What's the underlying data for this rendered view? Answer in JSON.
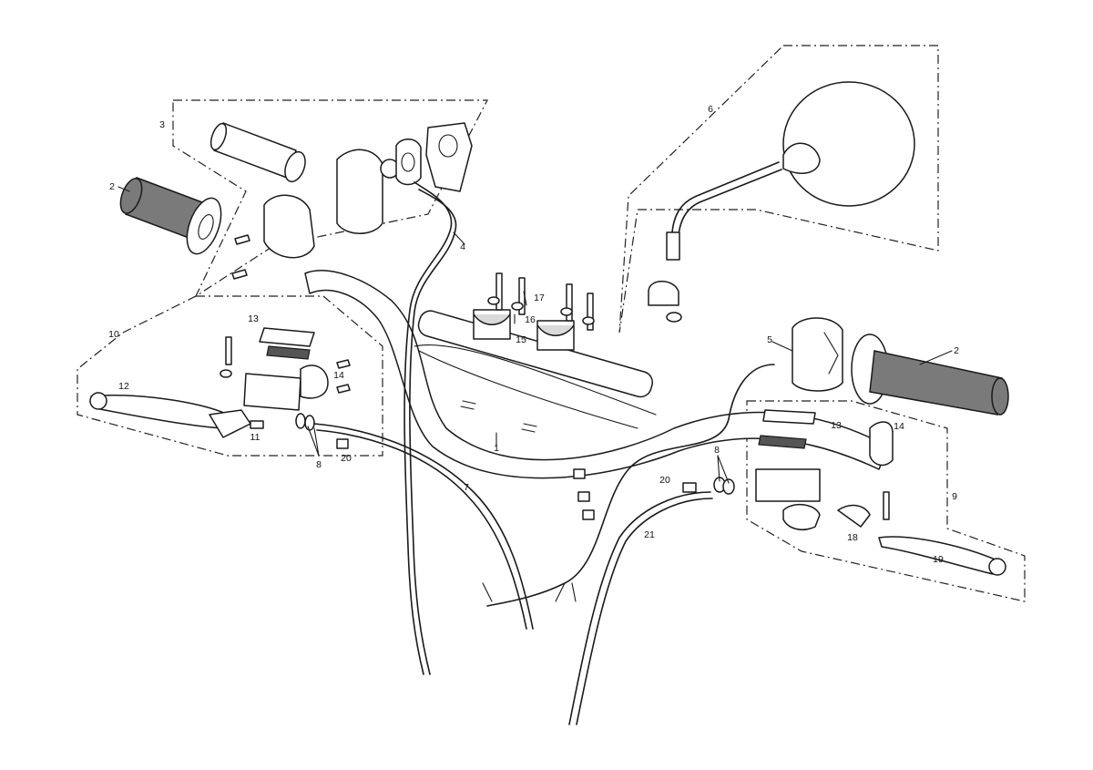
{
  "diagram": {
    "callouts": [
      {
        "id": "c1",
        "text": "1"
      },
      {
        "id": "c2-left",
        "text": "2"
      },
      {
        "id": "c2-right",
        "text": "2"
      },
      {
        "id": "c3",
        "text": "3"
      },
      {
        "id": "c4",
        "text": "4"
      },
      {
        "id": "c5",
        "text": "5"
      },
      {
        "id": "c6",
        "text": "6"
      },
      {
        "id": "c7",
        "text": "7"
      },
      {
        "id": "c8-left",
        "text": "8"
      },
      {
        "id": "c8-right",
        "text": "8"
      },
      {
        "id": "c9",
        "text": "9"
      },
      {
        "id": "c10",
        "text": "10"
      },
      {
        "id": "c11",
        "text": "11"
      },
      {
        "id": "c12",
        "text": "12"
      },
      {
        "id": "c13-left",
        "text": "13"
      },
      {
        "id": "c13-right",
        "text": "13"
      },
      {
        "id": "c14-left",
        "text": "14"
      },
      {
        "id": "c14-right",
        "text": "14"
      },
      {
        "id": "c15",
        "text": "15"
      },
      {
        "id": "c16",
        "text": "16"
      },
      {
        "id": "c17",
        "text": "17"
      },
      {
        "id": "c18",
        "text": "18"
      },
      {
        "id": "c19",
        "text": "19"
      },
      {
        "id": "c20-left",
        "text": "20"
      },
      {
        "id": "c20-right",
        "text": "20"
      },
      {
        "id": "c21",
        "text": "21"
      }
    ]
  }
}
